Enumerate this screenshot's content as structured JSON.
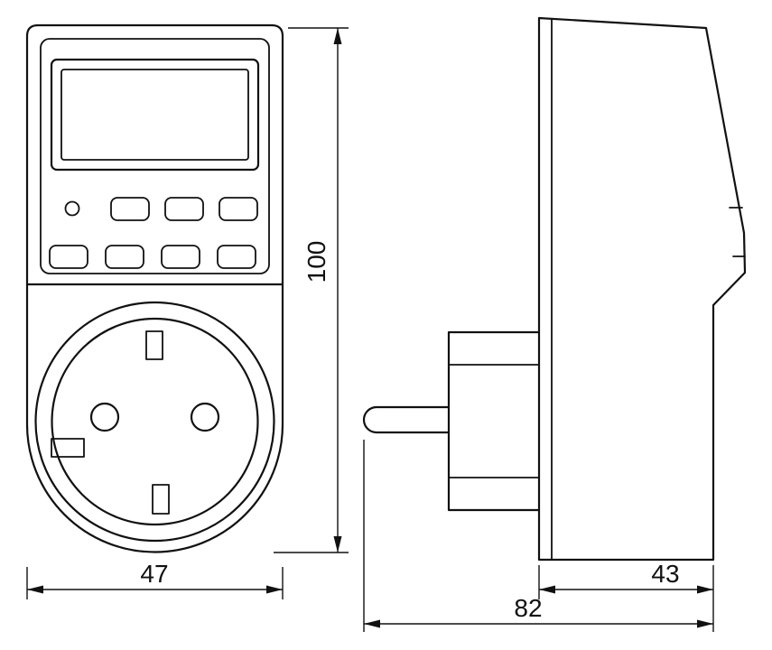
{
  "dimensions": {
    "height": "100",
    "width": "47",
    "body_depth": "43",
    "overall_depth": "82"
  },
  "colors": {
    "line": "#111111",
    "background": "#ffffff"
  },
  "icons": {
    "front_view": "timer-socket-front-view-drawing",
    "side_view": "timer-socket-side-view-drawing"
  }
}
